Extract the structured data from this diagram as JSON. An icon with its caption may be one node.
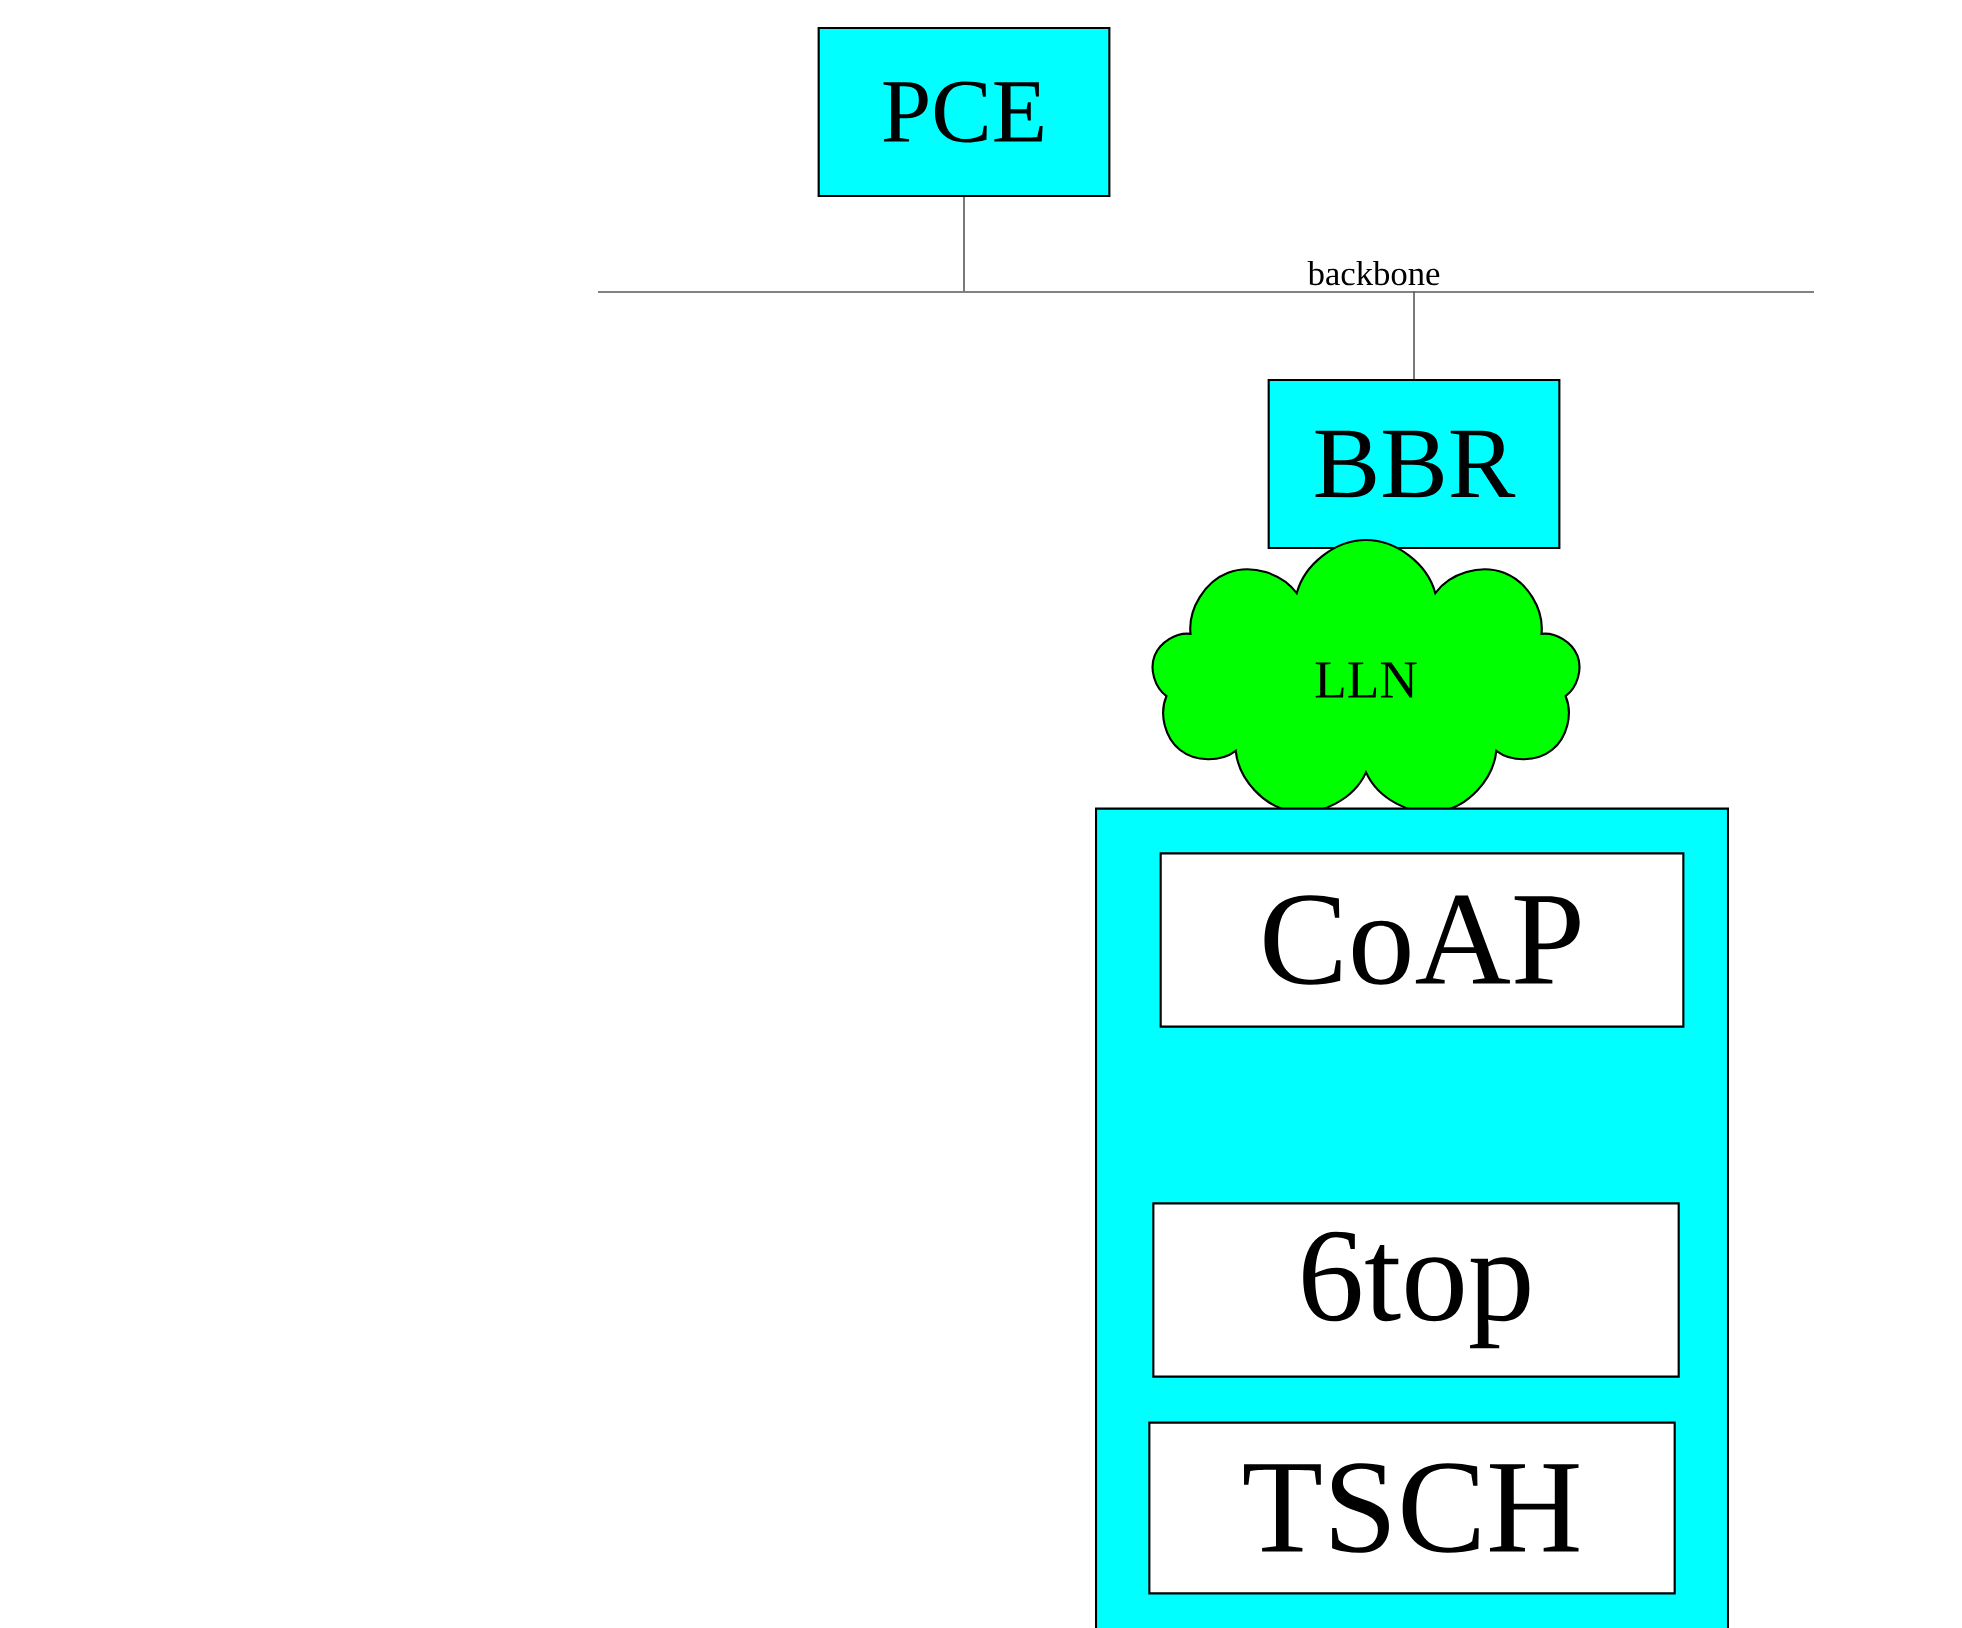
{
  "diagram": {
    "nodes": [
      {
        "text": [
          "PCE"
        ]
      },
      {
        "text": [
          "backbone"
        ]
      },
      {
        "text": [
          "BBR"
        ]
      },
      {
        "text": [
          "LLN"
        ]
      },
      {
        "text": [],
        "shape": "box"
      },
      {
        "text": [
          "CoAP"
        ],
        "in": 4
      },
      {
        "text": [
          "6top"
        ],
        "in": 4
      },
      {
        "text": [
          "TSCH"
        ],
        "in": 4
      }
    ],
    "edges": [
      {
        "from": 0,
        "to": 1,
        "arrow": "none"
      },
      {
        "from": 1,
        "to": 2,
        "arrow": "none"
      }
    ]
  }
}
